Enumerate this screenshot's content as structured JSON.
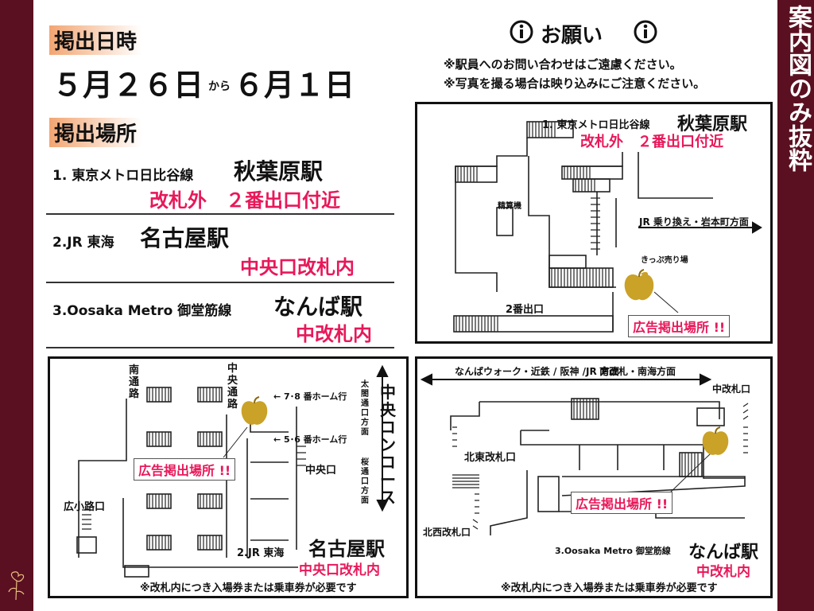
{
  "side_title": "案内図のみ抜粋",
  "dates": {
    "heading": "掲出日時",
    "start": "５月２６日",
    "from": "から",
    "end": "６月１日"
  },
  "places": {
    "heading": "掲出場所",
    "items": [
      {
        "line": "1. 東京メトロ日比谷線",
        "station": "秋葉原駅",
        "spot": "改札外　２番出口付近"
      },
      {
        "line": "2.JR 東海",
        "station": "名古屋駅",
        "spot": "中央口改札内"
      },
      {
        "line": "3.Oosaka Metro 御堂筋線",
        "station": "なんば駅",
        "spot": "中改札内"
      }
    ]
  },
  "requests": {
    "heading": "お願い",
    "lines": [
      "※駅員へのお問い合わせはご遠慮ください。",
      "※写真を撮る場合は映り込みにご注意ください。"
    ]
  },
  "map_akihabara": {
    "line": "1. 東京メトロ日比谷線",
    "station": "秋葉原駅",
    "spot": "改札外　２番出口付近",
    "seisanki": "精算機",
    "jr_transfer": "JR 乗り換え・岩本町方面",
    "kippu": "きっぷ売り場",
    "exit2": "2番出口",
    "ad": "広告掲出場所 !!"
  },
  "map_nagoya": {
    "minami_dori": "南通路",
    "chuo_dori": "中央通路",
    "home78": "← 7･8 番ホーム行",
    "home56": "← 5･6 番ホーム行",
    "taiko": "太閤通口方面",
    "sakura": "桜通口方面",
    "concourse": "中央コンコース",
    "chuoguchi": "中央口",
    "hirokoji": "広小路口",
    "line": "2.JR 東海",
    "station": "名古屋駅",
    "spot": "中央口改札内",
    "ad": "広告掲出場所 !!",
    "note": "※改札内につき入場券または乗車券が必要です"
  },
  "map_namba": {
    "walk": "なんばウォーク・近鉄 / 阪神 /JR 方面",
    "nankai": "南改札・南海方面",
    "chuo_gate": "中改札口",
    "kitahigashi": "北東改札口",
    "kitanishi": "北西改札口",
    "line": "3.Oosaka Metro 御堂筋線",
    "station": "なんば駅",
    "spot": "中改札内",
    "ad": "広告掲出場所 !!",
    "note": "※改札内につき入場券または乗車券が必要です"
  },
  "colors": {
    "frame": "#5a1020",
    "accent": "#e8185a",
    "highlight": "#f0965a",
    "apple": "#c9a227"
  }
}
